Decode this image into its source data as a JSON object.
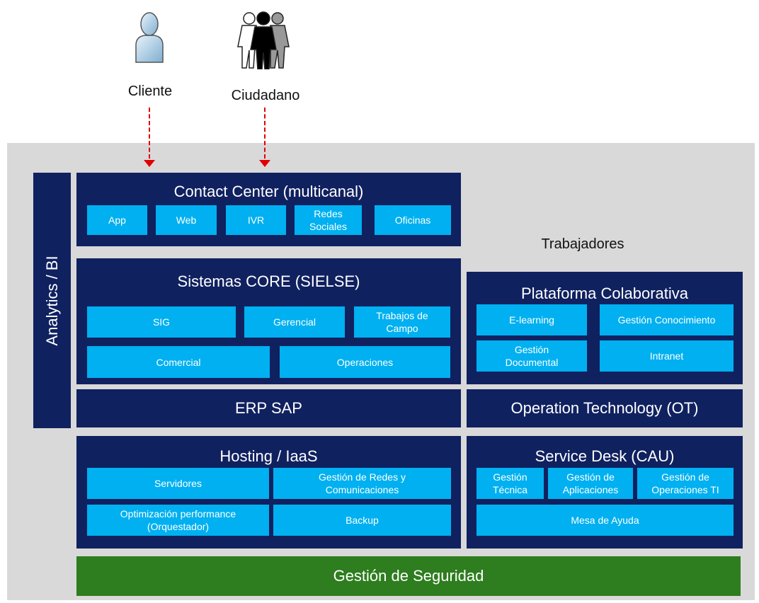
{
  "actors": {
    "cliente": "Cliente",
    "ciudadano": "Ciudadano",
    "trabajadores": "Trabajadores"
  },
  "analytics": "Analytics / BI",
  "contact_center": {
    "title": "Contact Center (multicanal)",
    "channels": [
      "App",
      "Web",
      "IVR",
      "Redes Sociales",
      "Oficinas"
    ]
  },
  "core": {
    "title": "Sistemas CORE (SIELSE)",
    "modules": [
      "SIG",
      "Gerencial",
      "Trabajos de Campo",
      "Comercial",
      "Operaciones"
    ]
  },
  "erp": "ERP SAP",
  "collab": {
    "title": "Plataforma Colaborativa",
    "modules": [
      "E-learning",
      "Gestión Conocimiento",
      "Gestión Documental",
      "Intranet"
    ]
  },
  "ot": "Operation Technology (OT)",
  "hosting": {
    "title": "Hosting / IaaS",
    "modules": [
      "Servidores",
      "Gestión de Redes y Comunicaciones",
      "Optimización performance (Orquestador)",
      "Backup"
    ]
  },
  "service_desk": {
    "title": "Service Desk (CAU)",
    "modules": [
      "Gestión Técnica",
      "Gestión de Aplicaciones",
      "Gestión de Operaciones TI",
      "Mesa de Ayuda"
    ]
  },
  "security": "Gestión de Seguridad",
  "colors": {
    "navy": "#102160",
    "cyan": "#00b0f0",
    "green": "#2e7d1f",
    "arrow": "#e00000",
    "background": "#d9d9d9"
  }
}
